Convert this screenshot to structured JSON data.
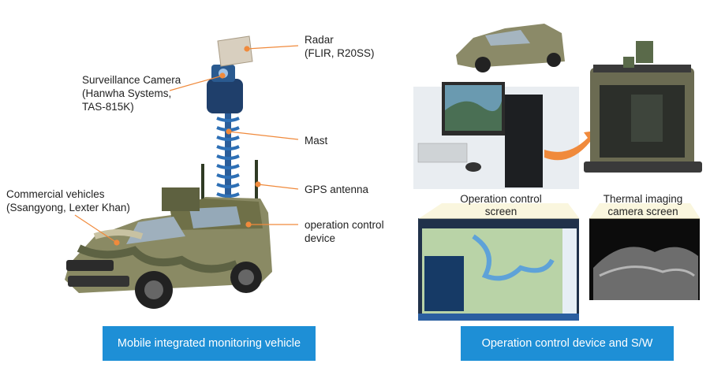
{
  "left_panel": {
    "labels": {
      "radar": "Radar\n(FLIR, R20SS)",
      "camera": "Surveillance Camera\n(Hanwha Systems,\nTAS-815K)",
      "mast": "Mast",
      "gps": "GPS antenna",
      "vehicle": "Commercial vehicles\n(Ssangyong, Lexter Khan)",
      "control": "operation control\ndevice"
    },
    "caption": "Mobile integrated monitoring vehicle"
  },
  "right_panel": {
    "screen_labels": {
      "operation": "Operation control\nscreen",
      "thermal": "Thermal imaging\ncamera screen"
    },
    "caption": "Operation control device and S/W"
  },
  "colors": {
    "accent": "#1e8fd6",
    "leader_line": "#f08a3c"
  }
}
